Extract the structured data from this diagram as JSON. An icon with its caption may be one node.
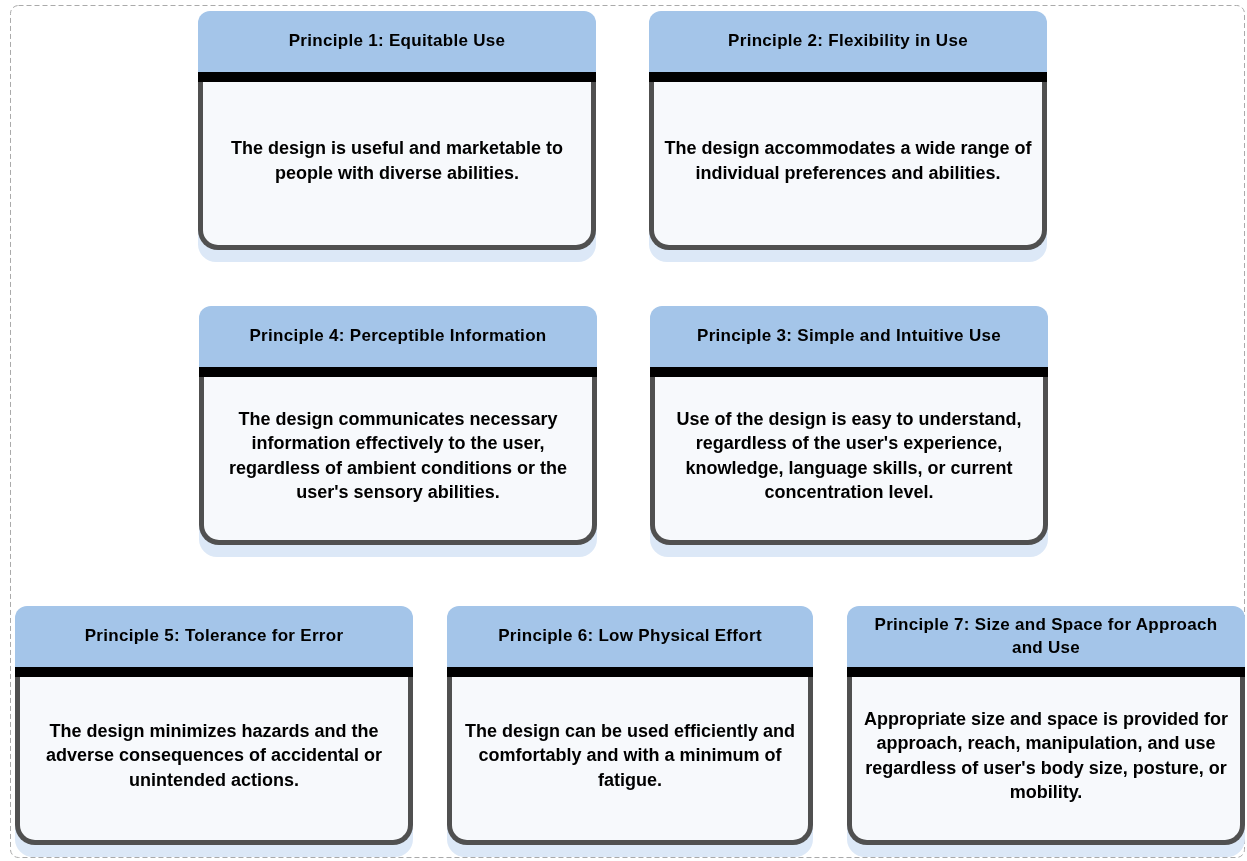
{
  "diagram": {
    "nodes": [
      {
        "text": [
          "Principle 1: Equitable Use",
          "The design is useful and marketable to people with diverse abilities."
        ]
      },
      {
        "text": [
          "Principle 2: Flexibility in Use",
          "The design accommodates a wide range of individual preferences and abilities."
        ]
      },
      {
        "text": [
          "Principle 4: Perceptible Information",
          "The design communicates necessary information effectively to the user, regardless of ambient conditions or the user's sensory abilities."
        ]
      },
      {
        "text": [
          "Principle 3: Simple and Intuitive Use",
          "Use of the design is easy to understand, regardless of the user's experience, knowledge, language skills, or current concentration level."
        ]
      },
      {
        "text": [
          "Principle 5: Tolerance for Error",
          "The design minimizes hazards and the adverse consequences of accidental or unintended actions."
        ]
      },
      {
        "text": [
          "Principle 6: Low Physical Effort",
          "The design can be used efficiently and comfortably and with a minimum of fatigue."
        ]
      },
      {
        "text": [
          "Principle 7: Size and Space for Approach and Use",
          "Appropriate size and space is provided for approach, reach, manipulation, and use regardless of user's body size, posture, or mobility."
        ]
      }
    ]
  }
}
